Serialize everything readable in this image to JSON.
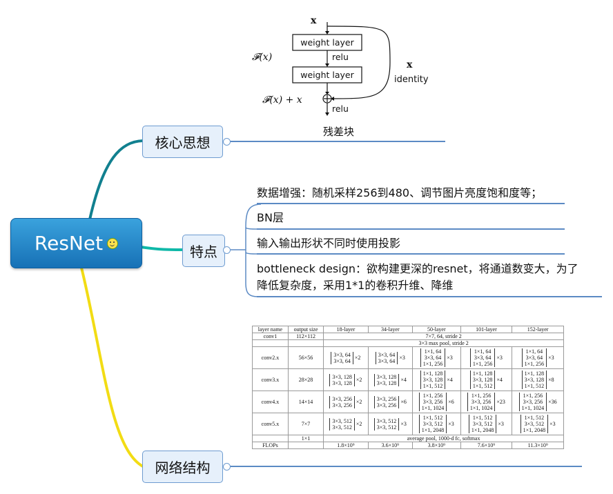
{
  "root": {
    "label": "ResNet"
  },
  "topics": {
    "core": "核心思想",
    "features": "特点",
    "structure": "网络结构"
  },
  "block": {
    "input_x": "x",
    "layer1": "weight layer",
    "relu1": "relu",
    "layer2": "weight layer",
    "fx": "𝓕(x)",
    "identity_x": "x",
    "identity": "identity",
    "sum": "𝓕(x) + x",
    "relu2": "relu",
    "caption": "残差块"
  },
  "features": [
    "数据增强：随机采样256到480、调节图片亮度饱和度等；",
    "BN层",
    "输入输出形状不同时使用投影",
    "bottleneck design：欲构建更深的resnet，将通道数变大，为了",
    "降低复杂度，采用1*1的卷积升维、降维"
  ],
  "table": {
    "headers": [
      "layer name",
      "output size",
      "18-layer",
      "34-layer",
      "50-layer",
      "101-layer",
      "152-layer"
    ],
    "conv1": {
      "name": "conv1",
      "size": "112×112",
      "desc": "7×7, 64, stride 2"
    },
    "pool": "3×3 max pool, stride 2",
    "rows": [
      {
        "name": "conv2.x",
        "size": "56×56",
        "cells": [
          {
            "lines": [
              "3×3, 64",
              "3×3, 64"
            ],
            "mult": "×2"
          },
          {
            "lines": [
              "3×3, 64",
              "3×3, 64"
            ],
            "mult": "×3"
          },
          {
            "lines": [
              "1×1, 64",
              "3×3, 64",
              "1×1, 256"
            ],
            "mult": "×3"
          },
          {
            "lines": [
              "1×1, 64",
              "3×3, 64",
              "1×1, 256"
            ],
            "mult": "×3"
          },
          {
            "lines": [
              "1×1, 64",
              "3×3, 64",
              "1×1, 256"
            ],
            "mult": "×3"
          }
        ]
      },
      {
        "name": "conv3.x",
        "size": "28×28",
        "cells": [
          {
            "lines": [
              "3×3, 128",
              "3×3, 128"
            ],
            "mult": "×2"
          },
          {
            "lines": [
              "3×3, 128",
              "3×3, 128"
            ],
            "mult": "×4"
          },
          {
            "lines": [
              "1×1, 128",
              "3×3, 128",
              "1×1, 512"
            ],
            "mult": "×4"
          },
          {
            "lines": [
              "1×1, 128",
              "3×3, 128",
              "1×1, 512"
            ],
            "mult": "×4"
          },
          {
            "lines": [
              "1×1, 128",
              "3×3, 128",
              "1×1, 512"
            ],
            "mult": "×8"
          }
        ]
      },
      {
        "name": "conv4.x",
        "size": "14×14",
        "cells": [
          {
            "lines": [
              "3×3, 256",
              "3×3, 256"
            ],
            "mult": "×2"
          },
          {
            "lines": [
              "3×3, 256",
              "3×3, 256"
            ],
            "mult": "×6"
          },
          {
            "lines": [
              "1×1, 256",
              "3×3, 256",
              "1×1, 1024"
            ],
            "mult": "×6"
          },
          {
            "lines": [
              "1×1, 256",
              "3×3, 256",
              "1×1, 1024"
            ],
            "mult": "×23"
          },
          {
            "lines": [
              "1×1, 256",
              "3×3, 256",
              "1×1, 1024"
            ],
            "mult": "×36"
          }
        ]
      },
      {
        "name": "conv5.x",
        "size": "7×7",
        "cells": [
          {
            "lines": [
              "3×3, 512",
              "3×3, 512"
            ],
            "mult": "×2"
          },
          {
            "lines": [
              "3×3, 512",
              "3×3, 512"
            ],
            "mult": "×3"
          },
          {
            "lines": [
              "1×1, 512",
              "3×3, 512",
              "1×1, 2048"
            ],
            "mult": "×3"
          },
          {
            "lines": [
              "1×1, 512",
              "3×3, 512",
              "1×1, 2048"
            ],
            "mult": "×3"
          },
          {
            "lines": [
              "1×1, 512",
              "3×3, 512",
              "1×1, 2048"
            ],
            "mult": "×3"
          }
        ]
      }
    ],
    "final": {
      "size": "1×1",
      "desc": "average pool, 1000-d fc, softmax"
    },
    "flops": {
      "name": "FLOPs",
      "values": [
        "1.8×10⁹",
        "3.6×10⁹",
        "3.8×10⁹",
        "7.6×10⁹",
        "11.3×10⁹"
      ]
    }
  }
}
